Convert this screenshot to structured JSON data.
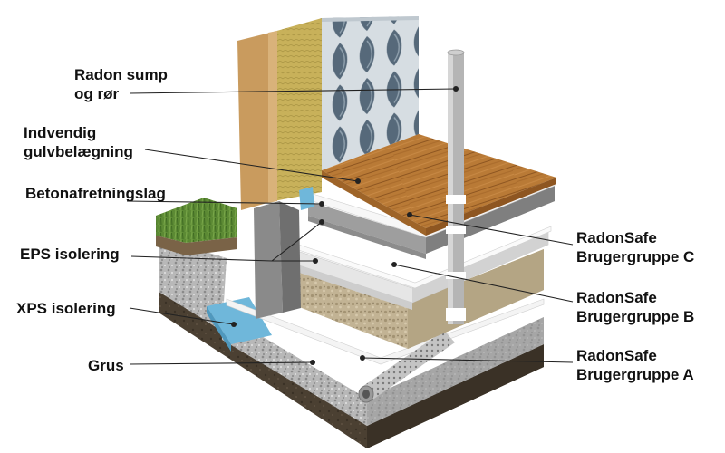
{
  "labels": {
    "radon_sump": [
      "Radon sump",
      "og rør"
    ],
    "indvendig": [
      "Indvendig",
      "gulvbelægning"
    ],
    "betonafretningslag": "Betonafretningslag",
    "eps": "EPS isolering",
    "xps": "XPS isolering",
    "grus": "Grus",
    "radonsafe_c": [
      "RadonSafe",
      "Brugergruppe C"
    ],
    "radonsafe_b": [
      "RadonSafe",
      "Brugergruppe B"
    ],
    "radonsafe_a": [
      "RadonSafe",
      "Brugergruppe A"
    ]
  },
  "colors": {
    "wood_floor": "#b97a36",
    "eps": "#e6e6e6",
    "concrete": "#9e9e9e",
    "xps": "#6fb7da",
    "gravel": "#b8b8b8",
    "soil": "#4b4032",
    "grass": "#5c8a34",
    "wallpaper": "#8fa0ad",
    "mineral_wool": "#c8b15a",
    "pipe": "#b5b5b5",
    "leader_line": "#222222"
  },
  "icons": {
    "pipe": "radon-pipe-icon",
    "drain": "perforated-drain-icon"
  }
}
